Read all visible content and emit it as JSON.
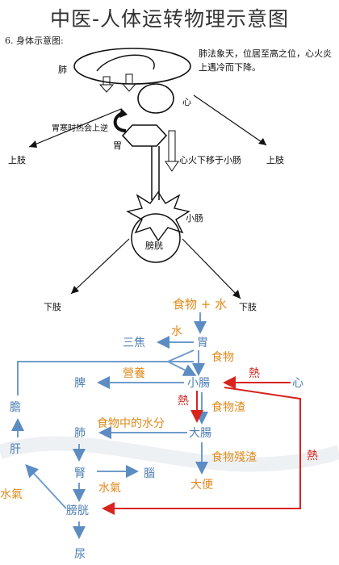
{
  "title": "中医-人体运转物理示意图",
  "top_figure": {
    "caption": "6. 身体示意图:",
    "lung": "肺",
    "heart": "心",
    "stomach": "胃",
    "lung_note": "肺法象天，位居至高之位，心火炎上遇冷而下降。",
    "stomach_note": "胃寒时热会上逆",
    "fire_down": "心火下移于小肠",
    "upper_limb_left": "上肢",
    "upper_limb_right": "上肢",
    "small_intestine": "小肠",
    "bladder": "膀胱",
    "lower_limb_left": "下肢",
    "lower_limb_right": "下肢"
  },
  "flow_chart": {
    "food_water": "食物 + 水",
    "water": "水",
    "sanjiao": "三焦",
    "stomach": "胃",
    "food": "食物",
    "spleen": "脾",
    "nutrition": "營養",
    "small_intestine": "小腸",
    "heat_1": "熱",
    "heart": "心",
    "heat_2": "熱",
    "food_residue": "食物渣",
    "gallbladder": "膽",
    "lung": "肺",
    "water_in_food": "食物中的水分",
    "large_intestine": "大腸",
    "liver": "肝",
    "food_remains": "食物殘渣",
    "heat_3": "熱",
    "kidney": "腎",
    "brain": "腦",
    "water_qi_1": "水氣",
    "water_qi_2": "水氣",
    "stool": "大便",
    "bladder": "膀胱",
    "urine": "尿"
  }
}
